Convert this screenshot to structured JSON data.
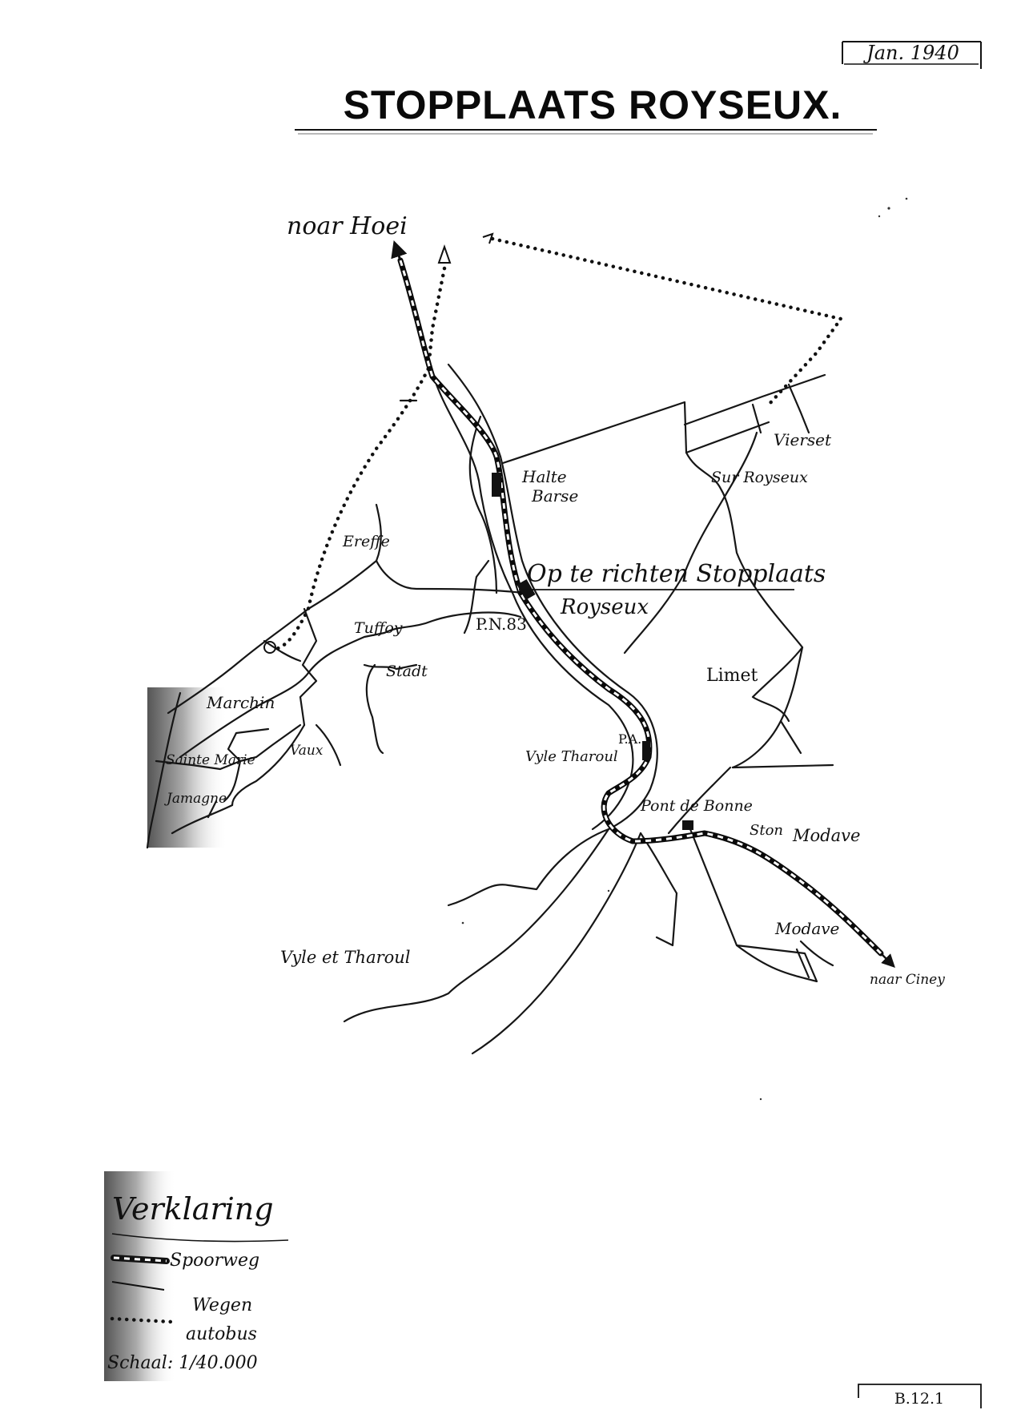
{
  "header": {
    "date_stamp": "Jan. 1940",
    "title": "STOPPLAATS ROYSEUX."
  },
  "map": {
    "places": {
      "noar_hoei": "noar Hoei",
      "halte_barse_1": "Halte",
      "halte_barse_2": "Barse",
      "vierset": "Vierset",
      "sur_royseux": "Sur Royseux",
      "ereffe": "Ereffe",
      "op_te_richten": "Op te richten Stopplaats",
      "royseux": "Royseux",
      "pn83": "P.N.83",
      "tuffoy": "Tuffoy",
      "stadt": "Stadt",
      "limet": "Limet",
      "marchin": "Marchin",
      "sainte_marie": "Sainte Marie",
      "vaux": "Vaux",
      "jamagne": "Jamagne",
      "pa": "P.A.",
      "vyle_tharoul": "Vyle Tharoul",
      "pont_de_bonne": "Pont de Bonne",
      "ston": "Ston",
      "modave_station": "Modave",
      "modave": "Modave",
      "naar_ciney": "naar Ciney",
      "vyle_et_tharoul": "Vyle et Tharoul"
    },
    "colors": {
      "ink": "#111111",
      "paper": "#ffffff"
    }
  },
  "legend": {
    "heading": "Verklaring",
    "spoorweg": "Spoorweg",
    "wegen": "Wegen",
    "autobus": "autobus",
    "schaal": "Schaal: 1/40.000"
  },
  "footer": {
    "ref": "B.12.1"
  }
}
